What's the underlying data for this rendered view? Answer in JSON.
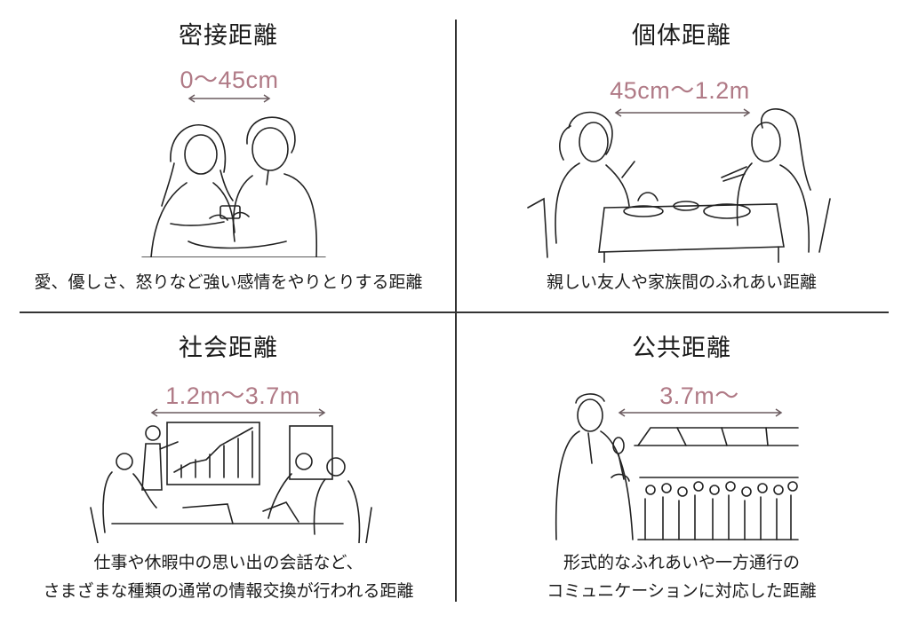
{
  "accent": "#b07a86",
  "quadrants": [
    {
      "title": "密接距離",
      "range": "0～45cm",
      "illustration": "couple-looking-at-phone-illustration",
      "caption_lines": [
        "愛、優しさ、怒りなど強い感情をやりとりする距離"
      ]
    },
    {
      "title": "個体距離",
      "range": "45cm～1.2m",
      "illustration": "friends-dining-illustration",
      "caption_lines": [
        "親しい友人や家族間のふれあい距離"
      ]
    },
    {
      "title": "社会距離",
      "range": "1.2m～3.7m",
      "illustration": "business-meeting-illustration",
      "caption_lines": [
        "仕事や休暇中の思い出の会話など、",
        "さまざまな種類の通常の情報交換が行われる距離"
      ]
    },
    {
      "title": "公共距離",
      "range": "3.7m～",
      "illustration": "public-speech-illustration",
      "caption_lines": [
        "形式的なふれあいや一方通行の",
        "コミュニケーションに対応した距離"
      ]
    }
  ]
}
